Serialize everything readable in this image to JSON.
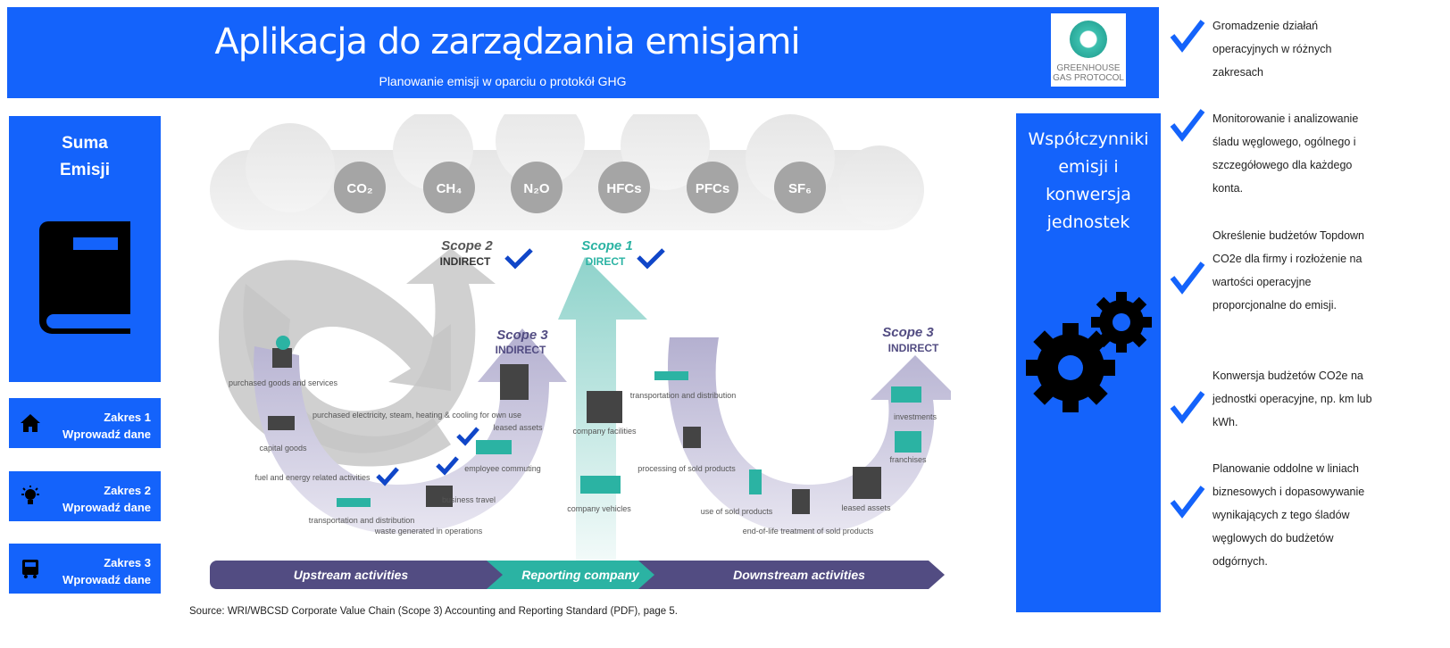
{
  "header": {
    "title": "Aplikacja do zarządzania emisjami",
    "subtitle": "Planowanie emisji w oparciu o protokół GHG",
    "logo_text": [
      "GREENHOUSE",
      "GAS PROTOCOL"
    ]
  },
  "left_panel": {
    "summary_title": [
      "Suma",
      "Emisji"
    ],
    "scopes": [
      {
        "title": "Zakres 1",
        "action": "Wprowadź dane",
        "icon": "home-icon"
      },
      {
        "title": "Zakres 2",
        "action": "Wprowadź dane",
        "icon": "lightbulb-icon"
      },
      {
        "title": "Zakres 3",
        "action": "Wprowadź dane",
        "icon": "truck-icon"
      }
    ]
  },
  "right_panel": {
    "title": [
      "Współczynniki",
      "emisji i",
      "konwersja",
      "jednostek"
    ]
  },
  "features": [
    "Gromadzenie działań operacyjnych w różnych zakresach",
    "Monitorowanie i analizowanie śladu węglowego, ogólnego i szczegółowego dla każdego konta.",
    "Określenie budżetów Topdown CO2e dla firmy i rozłożenie na wartości operacyjne proporcjonalne do emisji.",
    "Konwersja budżetów CO2e na jednostki operacyjne, np. km lub kWh.",
    "Planowanie oddolne w liniach biznesowych i dopasowywanie wynikających z tego śladów węglowych do budżetów odgórnych."
  ],
  "diagram": {
    "gases": [
      "CO₂",
      "CH₄",
      "N₂O",
      "HFCs",
      "PFCs",
      "SF₆"
    ],
    "scope2": {
      "name": "Scope 2",
      "type": "INDIRECT"
    },
    "scope1": {
      "name": "Scope 1",
      "type": "DIRECT"
    },
    "scope3_up": {
      "name": "Scope 3",
      "type": "INDIRECT"
    },
    "scope3_down": {
      "name": "Scope 3",
      "type": "INDIRECT"
    },
    "labels": {
      "purchased_goods": "purchased goods and services",
      "capital_goods": "capital goods",
      "fuel": "fuel and energy related activities",
      "transport_up": "transportation and distribution",
      "waste": "waste generated in operations",
      "business_travel": "business travel",
      "commuting": "employee commuting",
      "leased_up": "leased assets",
      "electricity": "purchased electricity, steam, heating & cooling for own use",
      "facilities": "company facilities",
      "vehicles": "company vehicles",
      "transport_down": "transportation and distribution",
      "processing": "processing of sold products",
      "use": "use of sold products",
      "eol": "end-of-life treatment of sold products",
      "leased_down": "leased assets",
      "franchises": "franchises",
      "investments": "investments"
    },
    "bar": [
      "Upstream activities",
      "Reporting company",
      "Downstream activities"
    ],
    "colors": {
      "purple": "#524c82",
      "teal": "#2bb3a3",
      "gray": "#9e9e9e",
      "check": "#1046c8"
    }
  },
  "source": "Source: WRI/WBCSD Corporate Value Chain (Scope 3) Accounting and Reporting Standard (PDF), page 5."
}
